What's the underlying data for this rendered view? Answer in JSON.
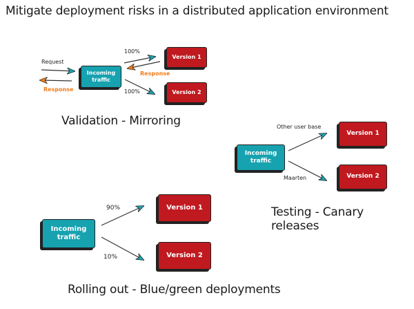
{
  "title": "Mitigate deployment risks in a distributed application environment",
  "colors": {
    "source": "#17a2b0",
    "version": "#c0191f",
    "response": "#f07d1d",
    "arrow_head": "#1aa3b3"
  },
  "mirroring": {
    "heading": "Validation - Mirroring",
    "source": {
      "line1": "Incoming",
      "line2": "traffic"
    },
    "versions": [
      "Version 1",
      "Version 2"
    ],
    "request_label": "Request",
    "response_label_left": "Response",
    "response_label_right": "Response",
    "pct_v1": "100%",
    "pct_v2": "100%"
  },
  "canary": {
    "heading": "Testing - Canary releases",
    "source": {
      "line1": "Incoming",
      "line2": "traffic"
    },
    "versions": [
      "Version 1",
      "Version 2"
    ],
    "route_v1": "Other user base",
    "route_v2": "Maarten"
  },
  "bluegreen": {
    "heading": "Rolling out - Blue/green deployments",
    "source": {
      "line1": "Incoming",
      "line2": "traffic"
    },
    "versions": [
      "Version 1",
      "Version 2"
    ],
    "pct_v1": "90%",
    "pct_v2": "10%"
  }
}
